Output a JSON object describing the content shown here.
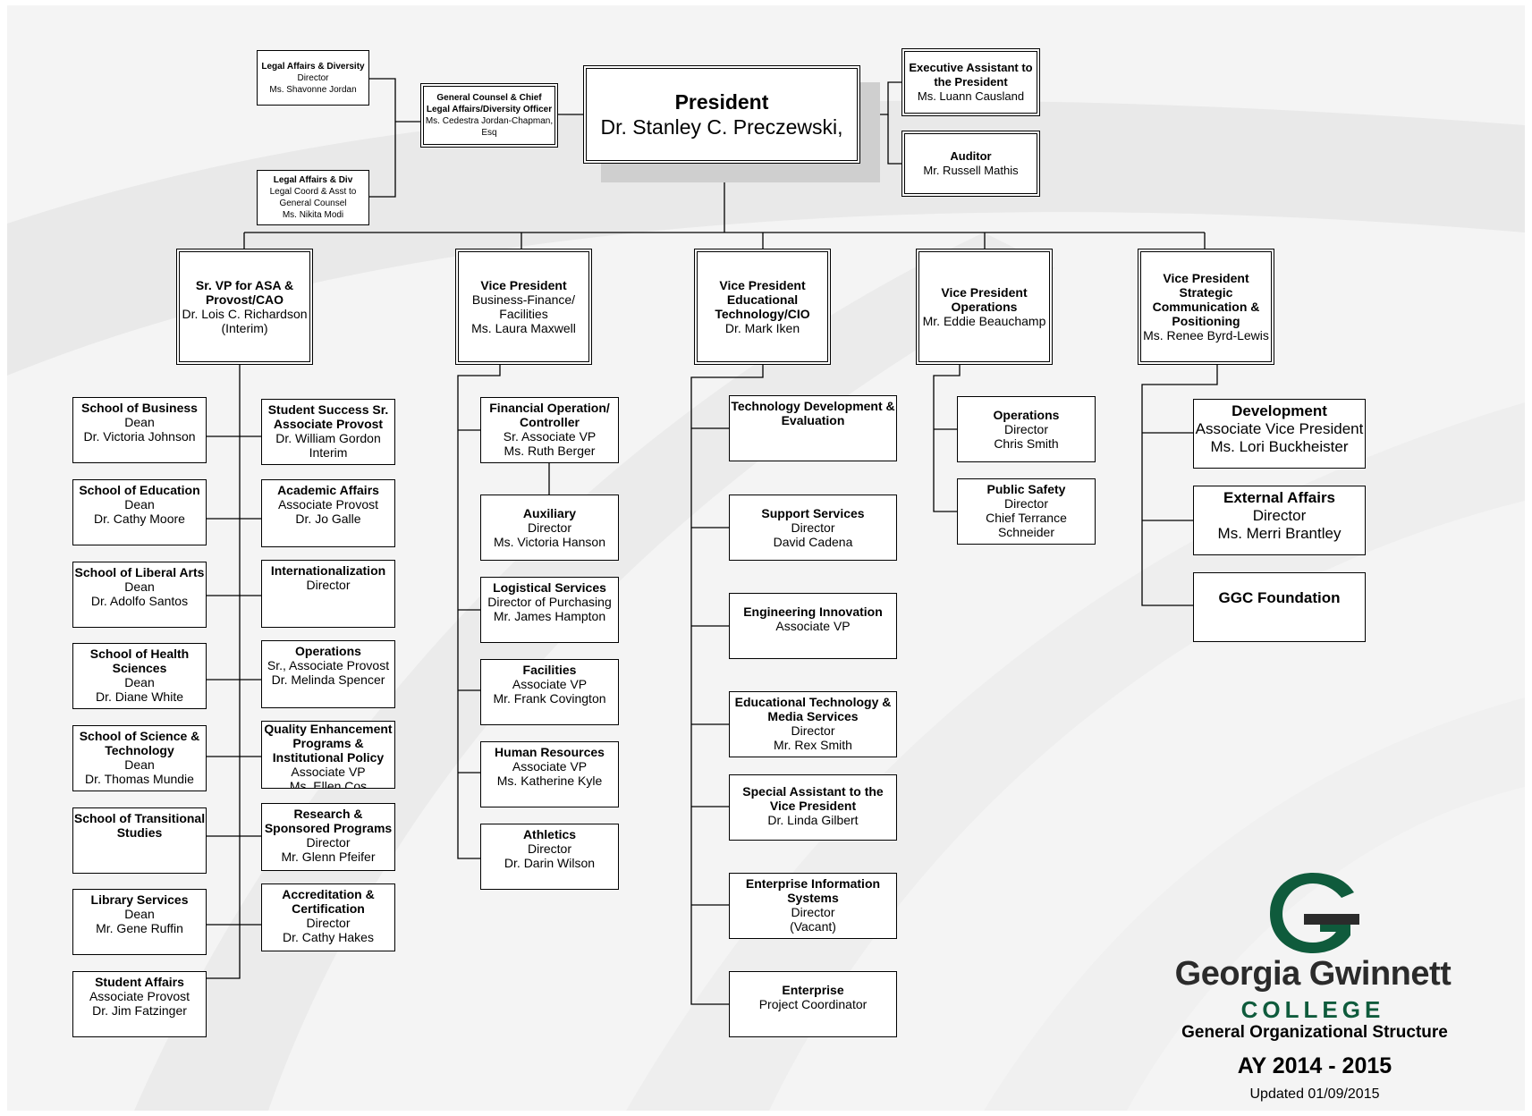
{
  "colors": {
    "logo_green": "#0f5b3c",
    "logo_dark": "#2b2b2b",
    "line": "#000000"
  },
  "president": {
    "title": "President",
    "name": "Dr. Stanley C. Preczewski,"
  },
  "exec_assistant": {
    "title": "Executive Assistant to the President",
    "name": "Ms. Luann Causland"
  },
  "auditor": {
    "title": "Auditor",
    "name": "Mr. Russell Mathis"
  },
  "general_counsel": {
    "title": "General Counsel & Chief Legal Affairs/Diversity Officer",
    "name": "Ms. Cedestra Jordan-Chapman, Esq"
  },
  "legal_director": {
    "title": "Legal Affairs & Diversity",
    "role": "Director",
    "name": "Ms. Shavonne Jordan"
  },
  "legal_coord": {
    "title": "Legal Affairs & Div",
    "role": "Legal Coord & Asst to General Counsel",
    "name": "Ms. Nikita Modi"
  },
  "vps": [
    {
      "title": "Sr. VP for ASA & Provost/CAO",
      "name": "Dr. Lois C. Richardson",
      "note": "(Interim)"
    },
    {
      "title": "Vice President",
      "dept": "Business-Finance/ Facilities",
      "name": "Ms. Laura Maxwell"
    },
    {
      "title": "Vice President Educational Technology/CIO",
      "name": "Dr. Mark Iken"
    },
    {
      "title": "Vice President Operations",
      "name": "Mr. Eddie Beauchamp"
    },
    {
      "title": "Vice President Strategic Communication & Positioning",
      "name": "Ms. Renee Byrd-Lewis"
    }
  ],
  "schools": [
    {
      "title": "School of Business",
      "role": "Dean",
      "name": "Dr. Victoria Johnson"
    },
    {
      "title": "School of Education",
      "role": "Dean",
      "name": "Dr. Cathy Moore"
    },
    {
      "title": "School of Liberal Arts",
      "role": "Dean",
      "name": "Dr. Adolfo Santos"
    },
    {
      "title": "School of Health Sciences",
      "role": "Dean",
      "name": "Dr. Diane White"
    },
    {
      "title": "School of Science & Technology",
      "role": "Dean",
      "name": "Dr. Thomas Mundie"
    },
    {
      "title": "School of Transitional Studies",
      "role": "",
      "name": ""
    },
    {
      "title": "Library Services",
      "role": "Dean",
      "name": "Mr. Gene Ruffin"
    },
    {
      "title": "Student Affairs",
      "role": "Associate Provost",
      "name": "Dr. Jim Fatzinger"
    }
  ],
  "provost_units": [
    {
      "title": "Student Success Sr. Associate Provost",
      "role": "",
      "name": "Dr. William Gordon Interim"
    },
    {
      "title": "Academic Affairs",
      "role": "Associate Provost",
      "name": "Dr. Jo Galle"
    },
    {
      "title": "Internationalization",
      "role": "Director",
      "name": ""
    },
    {
      "title": "Operations",
      "role": "Sr., Associate Provost",
      "name": "Dr. Melinda Spencer"
    },
    {
      "title": "Quality Enhancement Programs & Institutional Policy",
      "role": "Associate VP",
      "name": "Ms. Ellen Cos"
    },
    {
      "title": "Research & Sponsored Programs",
      "role": "Director",
      "name": "Mr. Glenn Pfeifer"
    },
    {
      "title": "Accreditation & Certification",
      "role": "Director",
      "name": "Dr. Cathy Hakes"
    }
  ],
  "finance_units": [
    {
      "title": "Financial Operation/ Controller",
      "role": "Sr. Associate VP",
      "name": "Ms. Ruth Berger"
    },
    {
      "title": "Auxiliary",
      "role": "Director",
      "name": "Ms. Victoria Hanson"
    },
    {
      "title": "Logistical Services",
      "role": "Director of Purchasing",
      "name": "Mr. James Hampton"
    },
    {
      "title": "Facilities",
      "role": "Associate VP",
      "name": "Mr.  Frank Covington"
    },
    {
      "title": "Human Resources",
      "role": "Associate VP",
      "name": "Ms. Katherine Kyle"
    },
    {
      "title": "Athletics",
      "role": "Director",
      "name": "Dr. Darin Wilson"
    }
  ],
  "tech_units": [
    {
      "title": "Technology Development & Evaluation",
      "role": "",
      "name": ""
    },
    {
      "title": "Support Services",
      "role": "Director",
      "name": "David Cadena"
    },
    {
      "title": "Engineering Innovation",
      "role": "Associate VP",
      "name": ""
    },
    {
      "title": "Educational Technology & Media Services",
      "role": "Director",
      "name": "Mr. Rex Smith"
    },
    {
      "title": "Special Assistant to the Vice President",
      "role": "",
      "name": "Dr. Linda Gilbert"
    },
    {
      "title": "Enterprise Information Systems",
      "role": "Director",
      "name": "(Vacant)"
    },
    {
      "title": "Enterprise",
      "role": "Project Coordinator",
      "name": ""
    }
  ],
  "ops_units": [
    {
      "title": "Operations",
      "role": "Director",
      "name": "Chris Smith"
    },
    {
      "title": "Public Safety",
      "role": "Director",
      "name": "Chief Terrance Schneider"
    }
  ],
  "comm_units": [
    {
      "title": "Development",
      "role": "Associate Vice President",
      "name": "Ms. Lori Buckheister"
    },
    {
      "title": "External Affairs",
      "role": "Director",
      "name": "Ms. Merri Brantley"
    },
    {
      "title": "GGC Foundation",
      "role": "",
      "name": ""
    }
  ],
  "logo": {
    "line1": "Georgia Gwinnett",
    "line2": "COLLEGE"
  },
  "footer": {
    "subtitle": "General Organizational Structure",
    "year": "AY 2014 - 2015",
    "updated": "Updated 01/09/2015"
  }
}
